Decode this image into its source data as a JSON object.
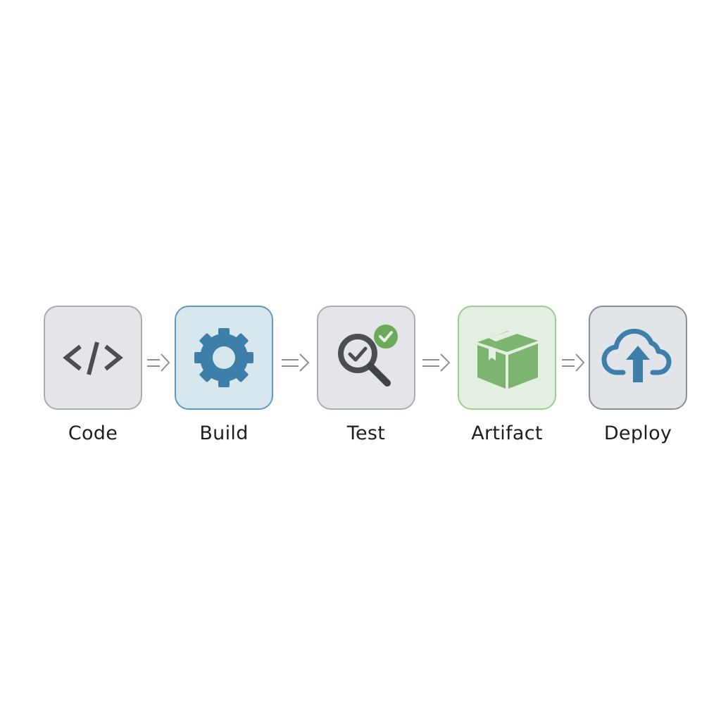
{
  "pipeline": {
    "stages": [
      {
        "label": "Code",
        "icon": "code-icon"
      },
      {
        "label": "Build",
        "icon": "gear-icon"
      },
      {
        "label": "Test",
        "icon": "magnifier-check-icon"
      },
      {
        "label": "Artifact",
        "icon": "package-icon"
      },
      {
        "label": "Deploy",
        "icon": "cloud-upload-icon"
      }
    ],
    "arrow": "double-arrow-right-icon",
    "colors": {
      "neutral_border": "#a8abaf",
      "build_accent": "#3d7fa8",
      "test_check": "#6aaa5a",
      "artifact_accent": "#7db46f",
      "deploy_accent": "#3d7fa8",
      "icon_dark": "#4a4d52"
    }
  }
}
